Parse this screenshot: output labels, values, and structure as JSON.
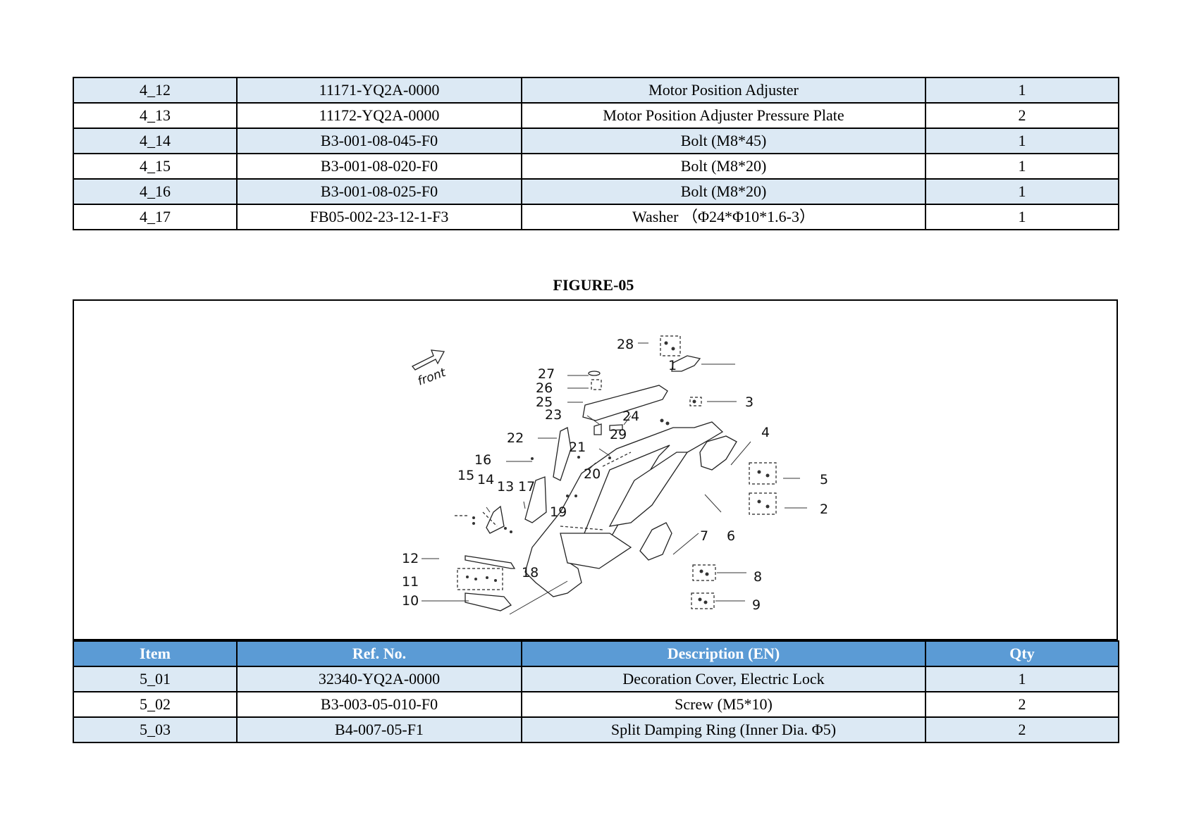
{
  "top_table": {
    "rows": [
      {
        "item": "4_12",
        "ref": "11171-YQ2A-0000",
        "desc": "Motor Position Adjuster",
        "qty": "1"
      },
      {
        "item": "4_13",
        "ref": "11172-YQ2A-0000",
        "desc": "Motor Position Adjuster Pressure Plate",
        "qty": "2"
      },
      {
        "item": "4_14",
        "ref": "B3-001-08-045-F0",
        "desc": "Bolt (M8*45)",
        "qty": "1"
      },
      {
        "item": "4_15",
        "ref": "B3-001-08-020-F0",
        "desc": "Bolt (M8*20)",
        "qty": "1"
      },
      {
        "item": "4_16",
        "ref": "B3-001-08-025-F0",
        "desc": "Bolt (M8*20)",
        "qty": "1"
      },
      {
        "item": "4_17",
        "ref": "FB05-002-23-12-1-F3",
        "desc": "Washer （Φ24*Φ10*1.6-3）",
        "qty": "1"
      }
    ]
  },
  "figure": {
    "title": "FIGURE-05",
    "front_label": "front",
    "callouts": [
      "1",
      "2",
      "3",
      "4",
      "5",
      "6",
      "7",
      "8",
      "9",
      "10",
      "11",
      "12",
      "13",
      "14",
      "15",
      "16",
      "17",
      "18",
      "19",
      "20",
      "21",
      "22",
      "23",
      "24",
      "25",
      "26",
      "27",
      "28",
      "29"
    ]
  },
  "bottom_table": {
    "headers": {
      "item": "Item",
      "ref": "Ref. No.",
      "desc": "Description (EN)",
      "qty": "Qty"
    },
    "rows": [
      {
        "item": "5_01",
        "ref": "32340-YQ2A-0000",
        "desc": "Decoration Cover, Electric Lock",
        "qty": "1"
      },
      {
        "item": "5_02",
        "ref": "B3-003-05-010-F0",
        "desc": "Screw (M5*10)",
        "qty": "2"
      },
      {
        "item": "5_03",
        "ref": "B4-007-05-F1",
        "desc": "Split Damping Ring (Inner Dia. Φ5)",
        "qty": "2"
      }
    ]
  }
}
